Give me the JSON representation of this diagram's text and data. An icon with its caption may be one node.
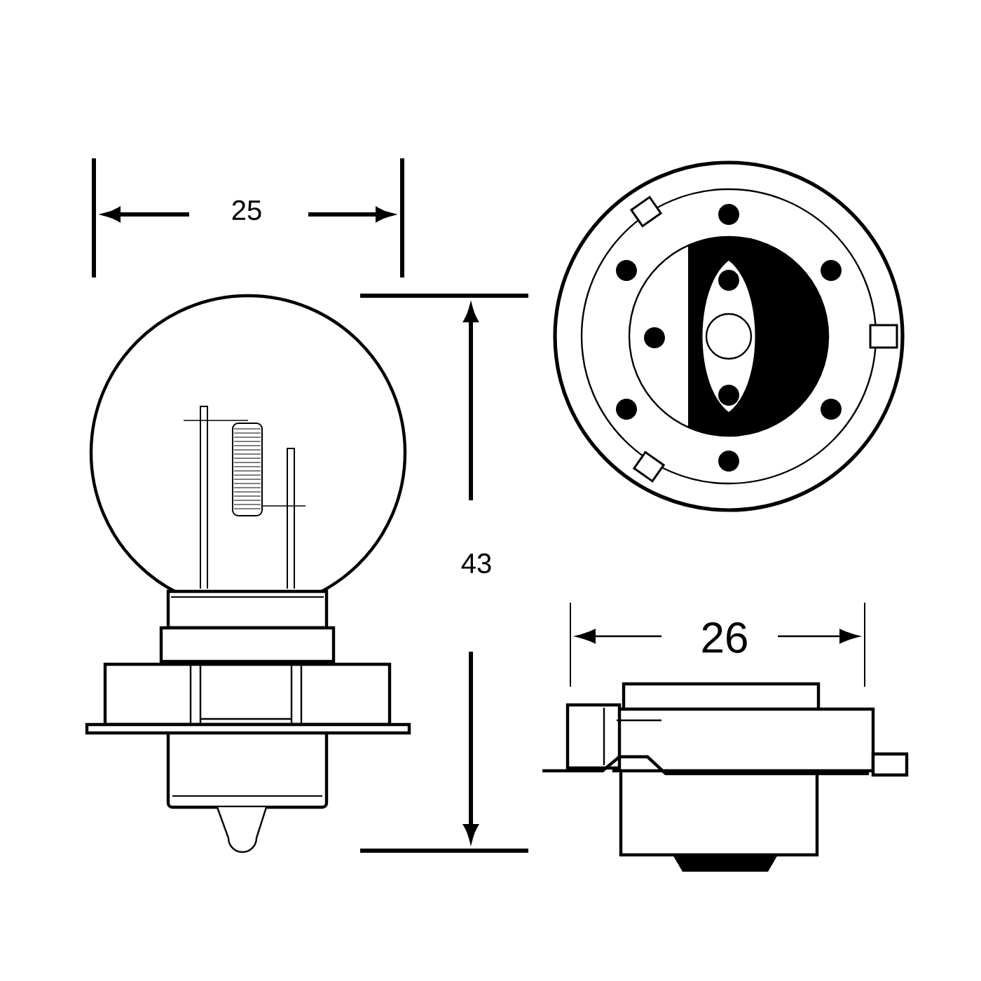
{
  "diagram": {
    "labels": [
      "25",
      "43",
      "26"
    ]
  }
}
